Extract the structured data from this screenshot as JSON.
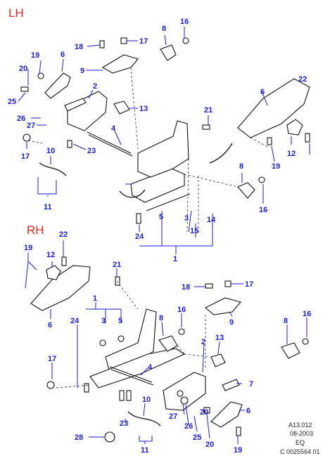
{
  "sections": {
    "lh": "LH",
    "rh": "RH"
  },
  "callouts": {
    "lh": [
      "19",
      "6",
      "20",
      "25",
      "18",
      "9",
      "17",
      "8",
      "16",
      "2",
      "13",
      "26",
      "27",
      "17",
      "10",
      "11",
      "23",
      "4",
      "21",
      "22",
      "6",
      "12",
      "19",
      "8",
      "16",
      "3",
      "5",
      "15",
      "14",
      "24",
      "1"
    ],
    "rh": [
      "22",
      "19",
      "12",
      "21",
      "6",
      "18",
      "17",
      "1",
      "24",
      "3",
      "5",
      "16",
      "8",
      "9",
      "8",
      "16",
      "2",
      "13",
      "17",
      "4",
      "7",
      "10",
      "23",
      "27",
      "26",
      "20",
      "6",
      "25",
      "20",
      "28",
      "11",
      "19"
    ]
  },
  "reference": {
    "line1": "A13.012",
    "line2": "08-2003",
    "line3": "EQ",
    "line4": "C 0025564 01"
  },
  "colors": {
    "callout": "#1a1adf",
    "section": "#e8231b",
    "line": "#111111"
  }
}
